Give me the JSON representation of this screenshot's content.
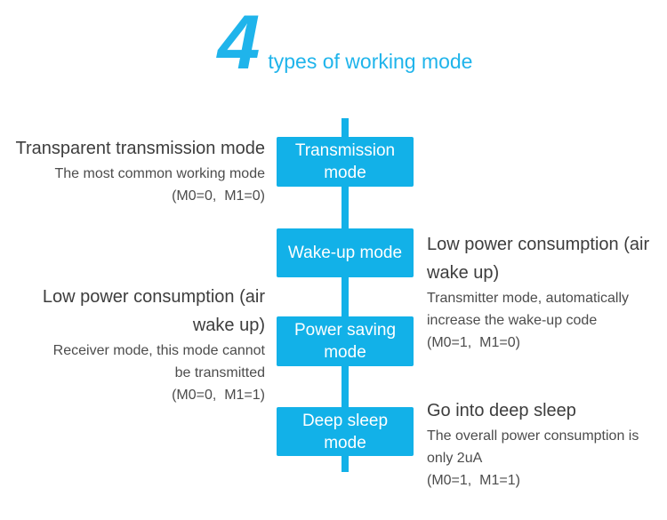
{
  "title": {
    "number": "4",
    "text": "types of working mode"
  },
  "colors": {
    "accent": "#12b1e8",
    "title": "#1fb4eb",
    "heading_text": "#3d3d3d",
    "body_text": "#4c4c4c"
  },
  "modes": [
    {
      "box_label": "Transmission mode",
      "side": "left",
      "heading": "Transparent transmission mode",
      "line1": "The most common working mode",
      "code": "(M0=0,  M1=0)"
    },
    {
      "box_label": "Wake-up mode",
      "side": "right",
      "heading": "Low power consumption (air wake up)",
      "line1": "Transmitter mode, automatically",
      "line2": "increase the wake-up code",
      "code": "(M0=1,  M1=0)"
    },
    {
      "box_label": "Power saving mode",
      "side": "left",
      "heading": "Low power consumption (air wake up)",
      "line1": "Receiver mode, this mode cannot",
      "line2": "be transmitted",
      "code": "(M0=0,  M1=1)"
    },
    {
      "box_label": "Deep sleep mode",
      "side": "right",
      "heading": "Go into deep sleep",
      "line1": "The overall power consumption is",
      "line2": "only 2uA",
      "code": "(M0=1,  M1=1)"
    }
  ]
}
